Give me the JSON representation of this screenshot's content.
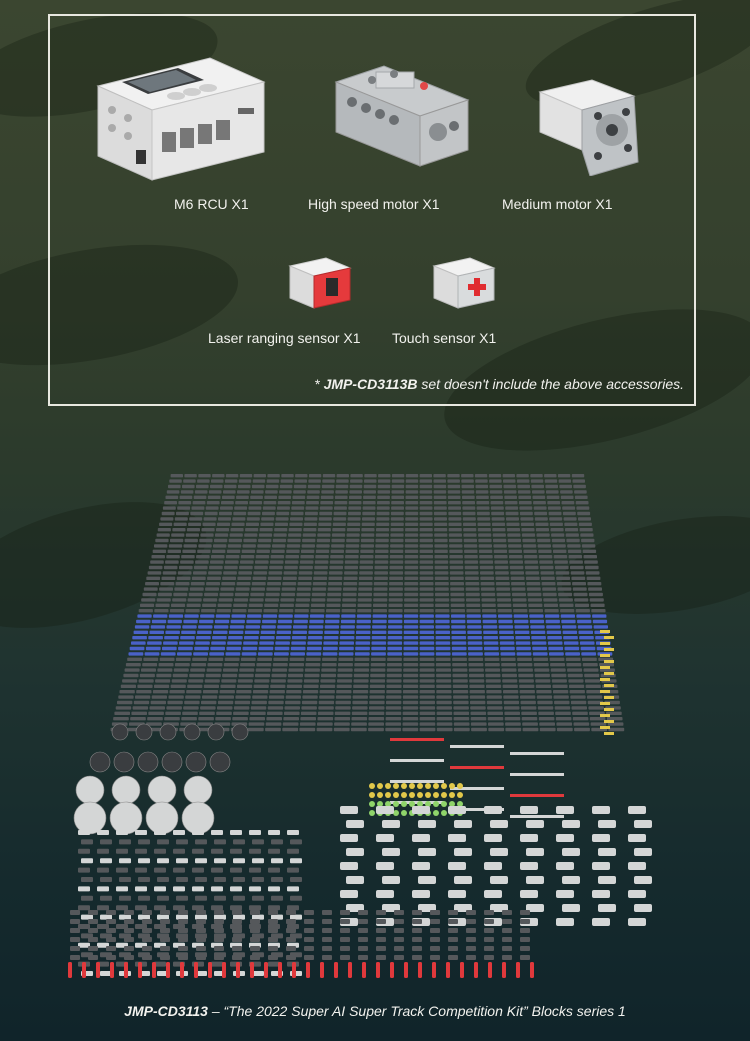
{
  "accessories": {
    "items": [
      {
        "label": "M6 RCU X1",
        "icon": "controller-unit"
      },
      {
        "label": "High speed motor X1",
        "icon": "large-motor"
      },
      {
        "label": "Medium motor X1",
        "icon": "medium-motor"
      },
      {
        "label": "Laser ranging sensor X1",
        "icon": "laser-sensor"
      },
      {
        "label": "Touch sensor X1",
        "icon": "touch-sensor"
      }
    ],
    "note_prefix": "* ",
    "note_model": "JMP-CD3113B",
    "note_suffix": " set doesn't include the above accessories."
  },
  "caption": {
    "model": "JMP-CD3113",
    "text": " – “The 2022 Super AI Super Track Competition Kit” Blocks series 1"
  },
  "colors": {
    "gray_part": "#55585b",
    "blue_part": "#4a62c9",
    "light_part": "#d4d6d6",
    "red_part": "#e0393c",
    "yellow_part": "#e2c84a",
    "green_part": "#8fd46a"
  }
}
